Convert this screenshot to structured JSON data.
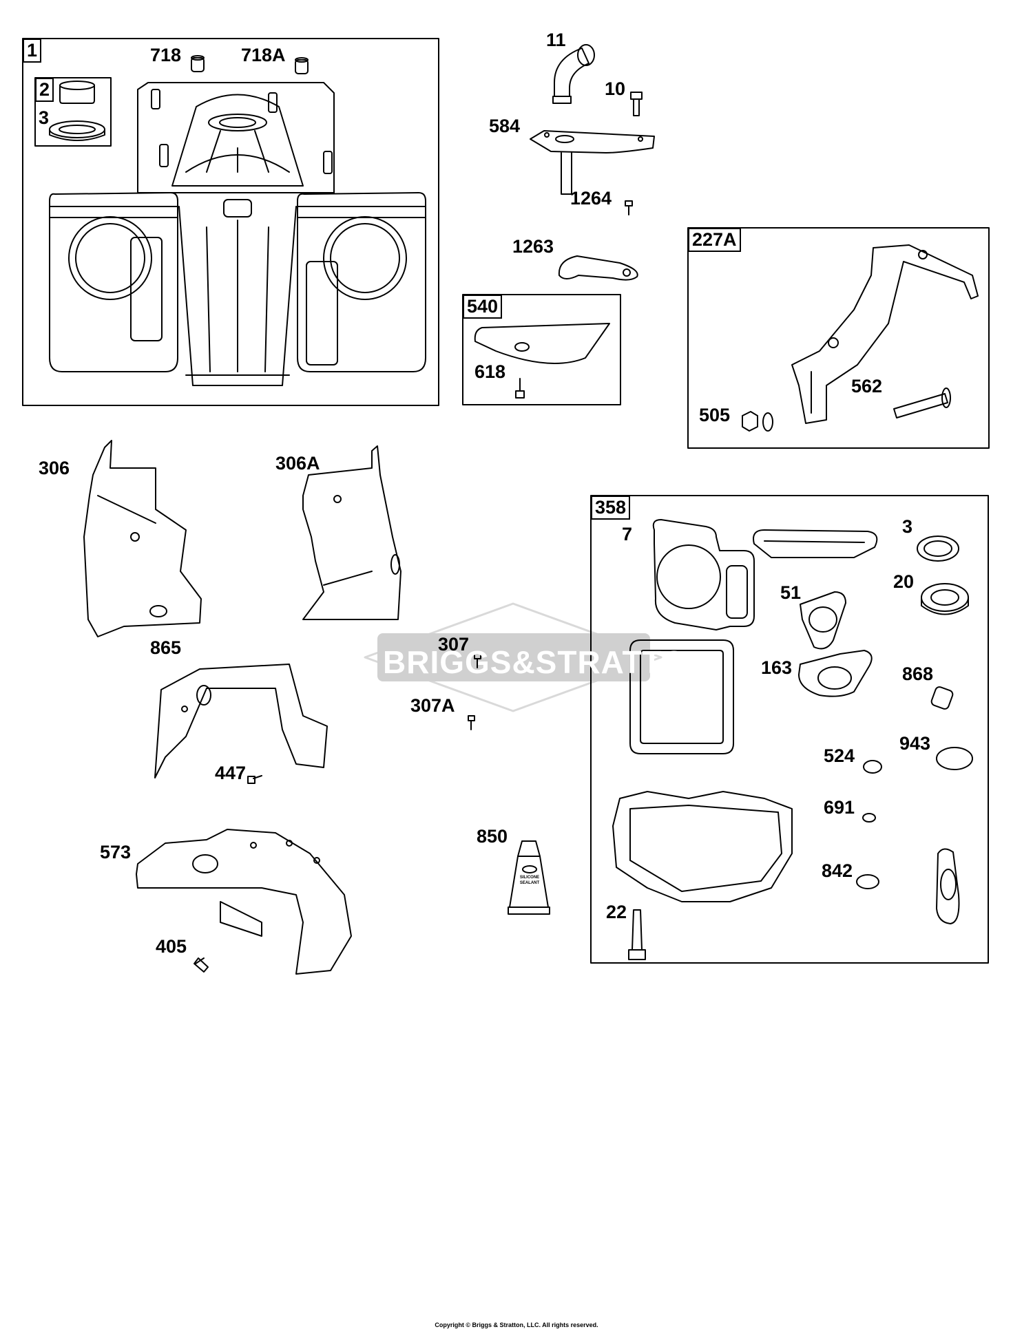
{
  "watermark": "BRIGGS&STRATTON",
  "copyright": "Copyright © Briggs & Stratton, LLC. All rights reserved.",
  "boxes": [
    {
      "id": "box-1",
      "label": "1"
    },
    {
      "id": "box-2",
      "label": "2"
    },
    {
      "id": "box-540",
      "label": "540"
    },
    {
      "id": "box-227a",
      "label": "227A"
    },
    {
      "id": "box-358",
      "label": "358"
    }
  ],
  "labels": {
    "p718": "718",
    "p718a": "718A",
    "p3a": "3",
    "p11": "11",
    "p10": "10",
    "p584": "584",
    "p1264": "1264",
    "p1263": "1263",
    "p618": "618",
    "p562": "562",
    "p505": "505",
    "p306": "306",
    "p306a": "306A",
    "p307": "307",
    "p307a": "307A",
    "p865": "865",
    "p447": "447",
    "p573": "573",
    "p405": "405",
    "p850": "850",
    "p7": "7",
    "p3b": "3",
    "p20": "20",
    "p51": "51",
    "p163": "163",
    "p868": "868",
    "p524": "524",
    "p943": "943",
    "p691": "691",
    "p842": "842",
    "p22": "22"
  },
  "tube_text": [
    "SILICONE",
    "SEALANT"
  ]
}
